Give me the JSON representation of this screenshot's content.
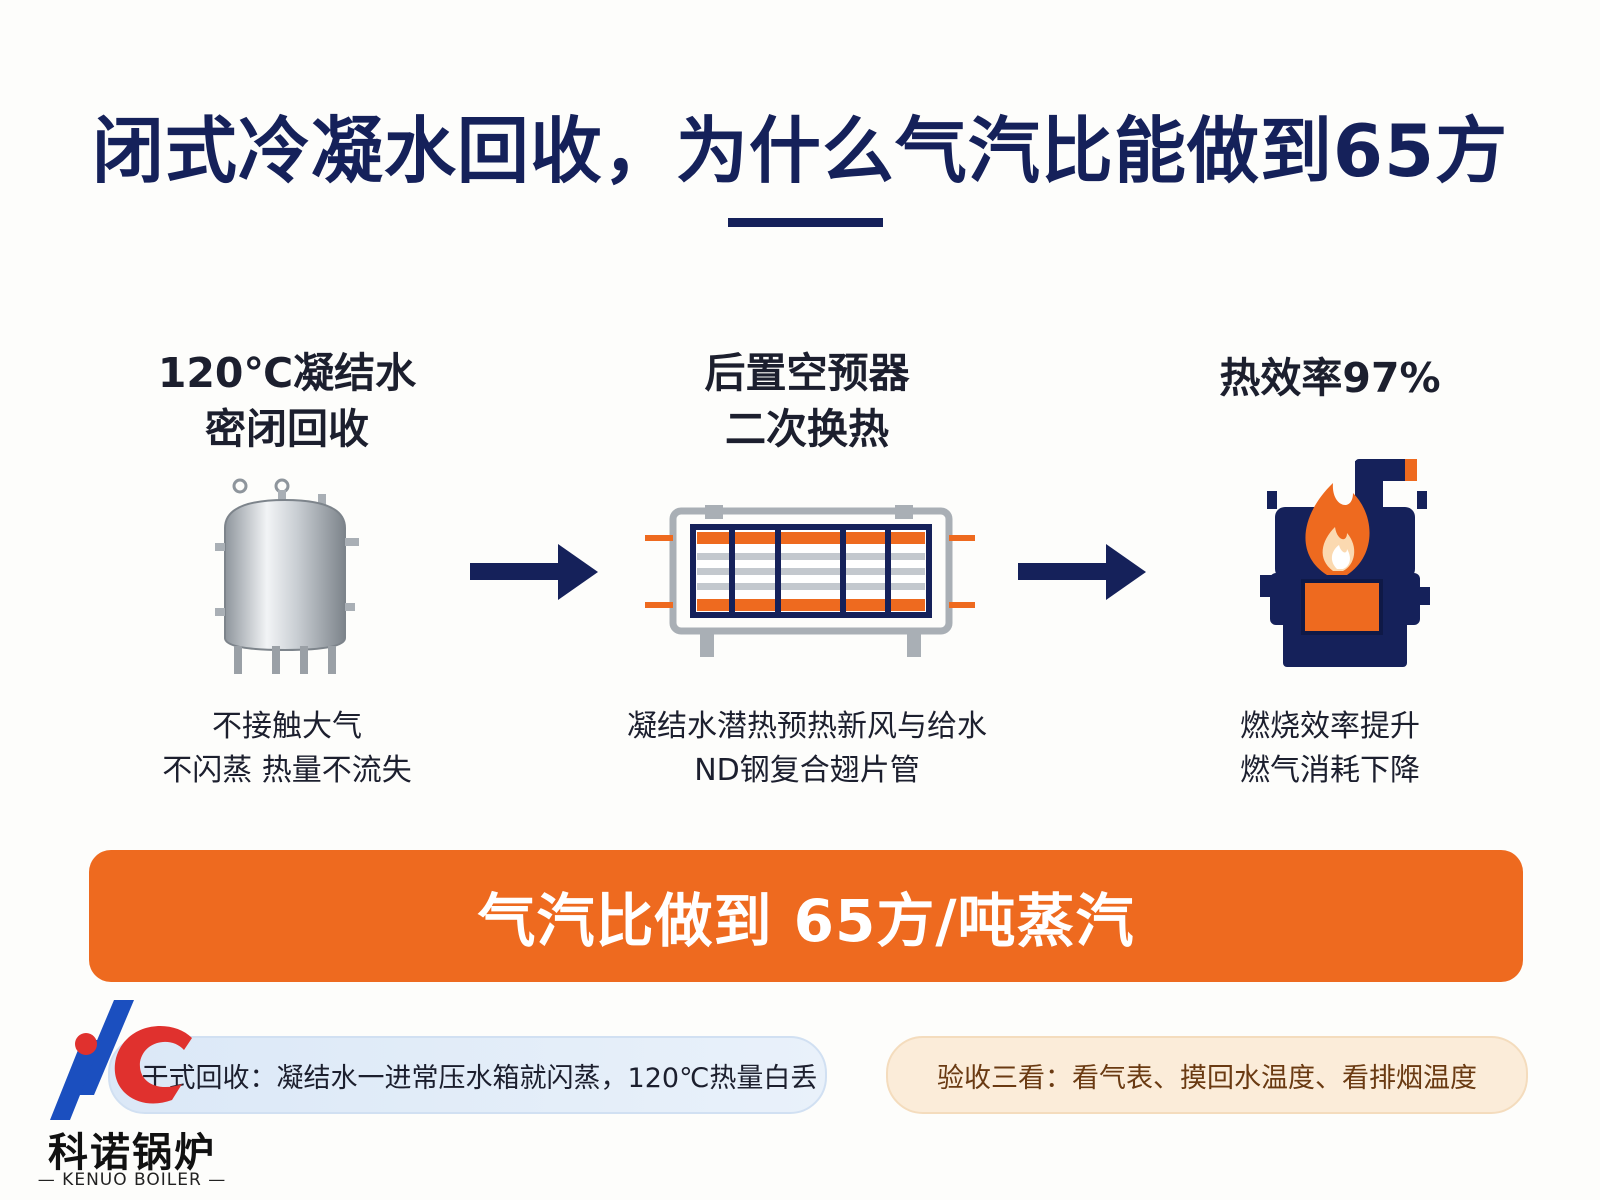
{
  "title": "闭式冷凝水回收，为什么气汽比能做到65方",
  "steps": [
    {
      "head": [
        "120℃凝结水",
        "密闭回收"
      ],
      "desc": [
        "不接触大气",
        "不闪蒸 热量不流失"
      ],
      "icon": "pressure-tank-icon"
    },
    {
      "head": [
        "后置空预器",
        "二次换热"
      ],
      "desc": [
        "凝结水潜热预热新风与给水",
        "ND钢复合翅片管"
      ],
      "icon": "heat-exchanger-icon"
    },
    {
      "head": [
        "热效率97%"
      ],
      "desc": [
        "燃烧效率提升",
        "燃气消耗下降"
      ],
      "icon": "boiler-flame-icon"
    }
  ],
  "banner": "气汽比做到 65方/吨蒸汽",
  "notes": {
    "left": "干式回收：凝结水一进常压水箱就闪蒸，120℃热量白丢",
    "right": "验收三看：看气表、摸回水温度、看排烟温度"
  },
  "logo": {
    "name": "科诺锅炉",
    "sub": "— KENUO BOILER —"
  },
  "colors": {
    "navy": "#15215a",
    "orange": "#ee6a1f"
  }
}
